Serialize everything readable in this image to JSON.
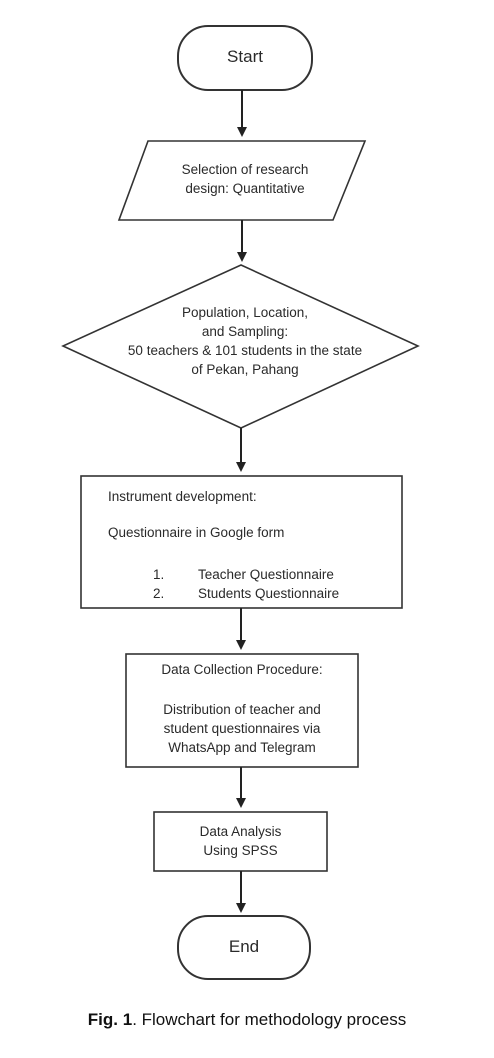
{
  "flowchart": {
    "start": "Start",
    "step1": {
      "line1": "Selection of research",
      "line2": "design: Quantitative"
    },
    "step2": {
      "line1": "Population, Location,",
      "line2": "and Sampling:",
      "line3": "50 teachers & 101 students in the state",
      "line4": "of Pekan, Pahang"
    },
    "step3": {
      "title": "Instrument development:",
      "subtitle": "Questionnaire in Google form",
      "items": [
        {
          "num": "1.",
          "text": "Teacher Questionnaire"
        },
        {
          "num": "2.",
          "text": "Students Questionnaire"
        }
      ]
    },
    "step4": {
      "title": "Data Collection Procedure:",
      "line1": "Distribution of teacher and",
      "line2": "student questionnaires via",
      "line3": "WhatsApp and Telegram"
    },
    "step5": {
      "line1": "Data Analysis",
      "line2": "Using SPSS"
    },
    "end": "End"
  },
  "caption": {
    "label": "Fig. 1",
    "text": ". Flowchart for methodology process"
  }
}
